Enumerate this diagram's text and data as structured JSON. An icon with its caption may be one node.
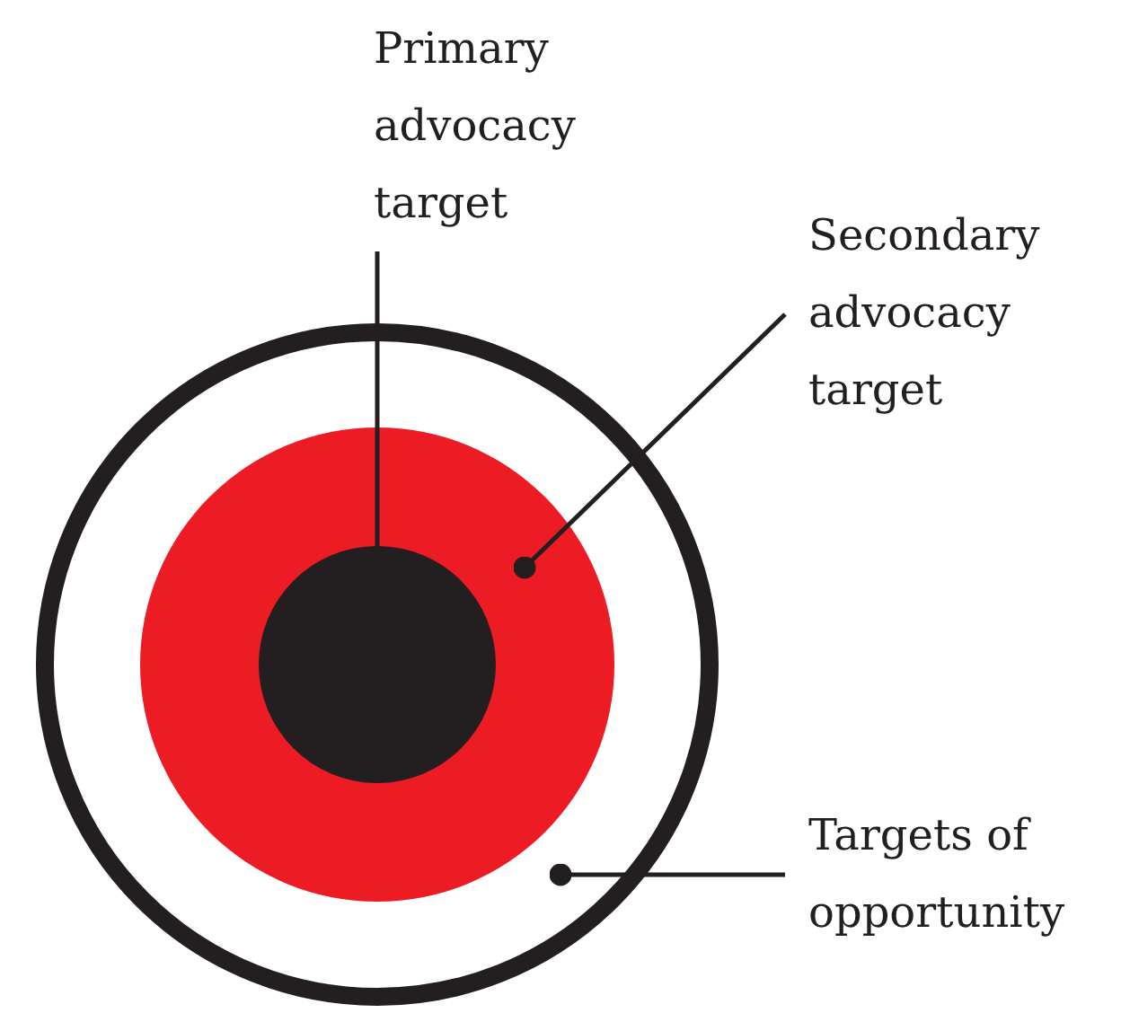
{
  "diagram": {
    "nodes": [
      {
        "text": [
          "Primary advocacy target"
        ]
      },
      {
        "text": [
          "Secondary advocacy target"
        ]
      },
      {
        "text": [],
        "shape": "circle"
      },
      {
        "text": [],
        "shape": "circle",
        "in": 2
      },
      {
        "text": [],
        "shape": "circle",
        "in": 3
      },
      {
        "text": [
          "Targets of opportunity"
        ]
      }
    ],
    "edges": [
      {
        "from": 0,
        "to": 4,
        "arrow": "none"
      },
      {
        "from": 1,
        "to": 3,
        "arrow": "other"
      },
      {
        "from": 5,
        "to": 2,
        "arrow": "other"
      }
    ]
  }
}
